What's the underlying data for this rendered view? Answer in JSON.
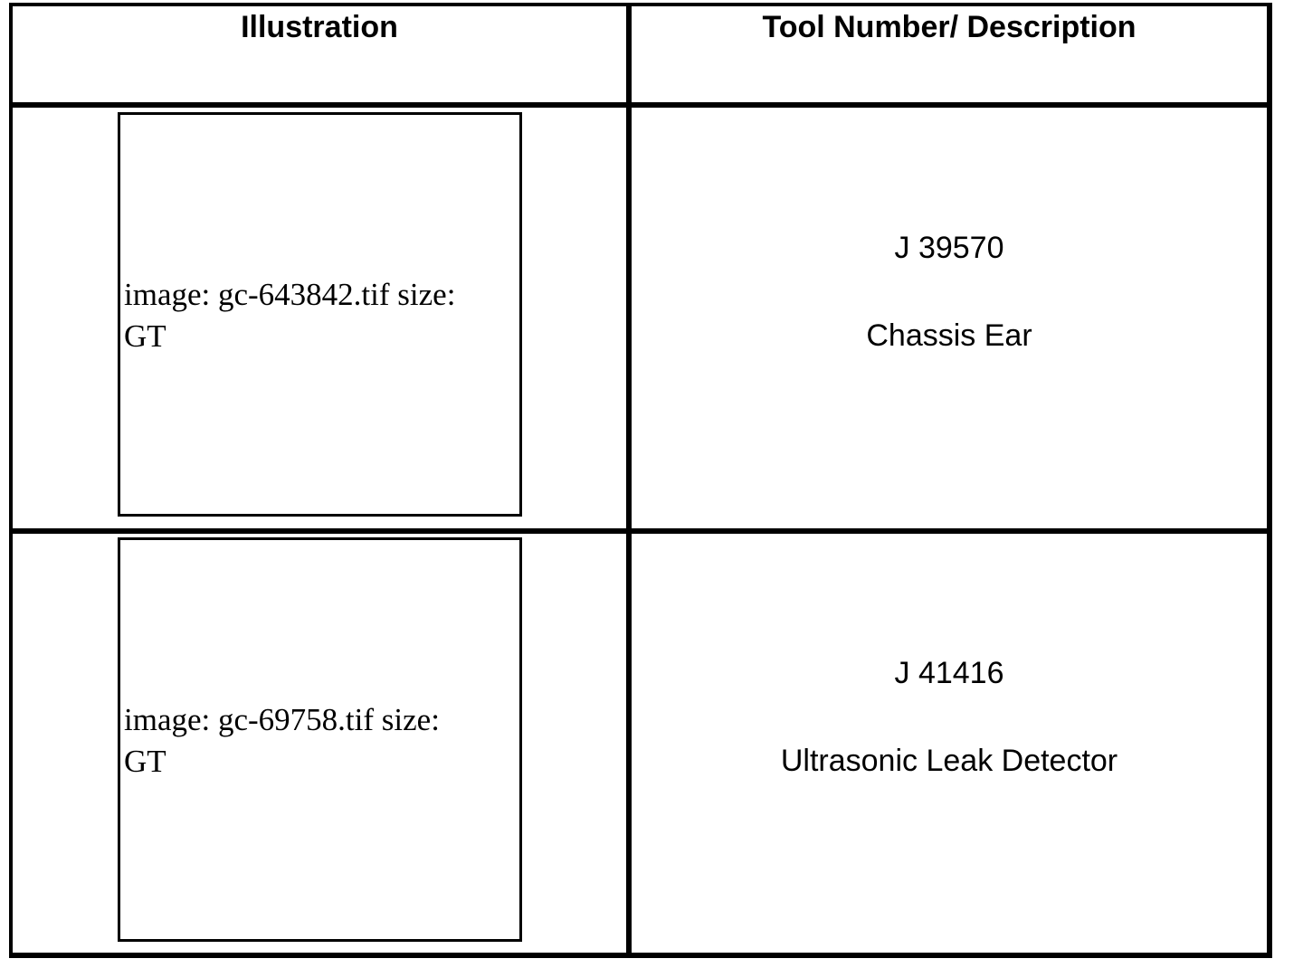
{
  "table": {
    "headers": {
      "illustration": "Illustration",
      "tool": "Tool Number/ Description"
    },
    "rows": [
      {
        "image_caption": "image: gc-643842.tif size: GT",
        "tool_number": "J 39570",
        "description": "Chassis Ear"
      },
      {
        "image_caption": "image: gc-69758.tif size: GT",
        "tool_number": "J 41416",
        "description": "Ultrasonic Leak Detector"
      }
    ]
  }
}
